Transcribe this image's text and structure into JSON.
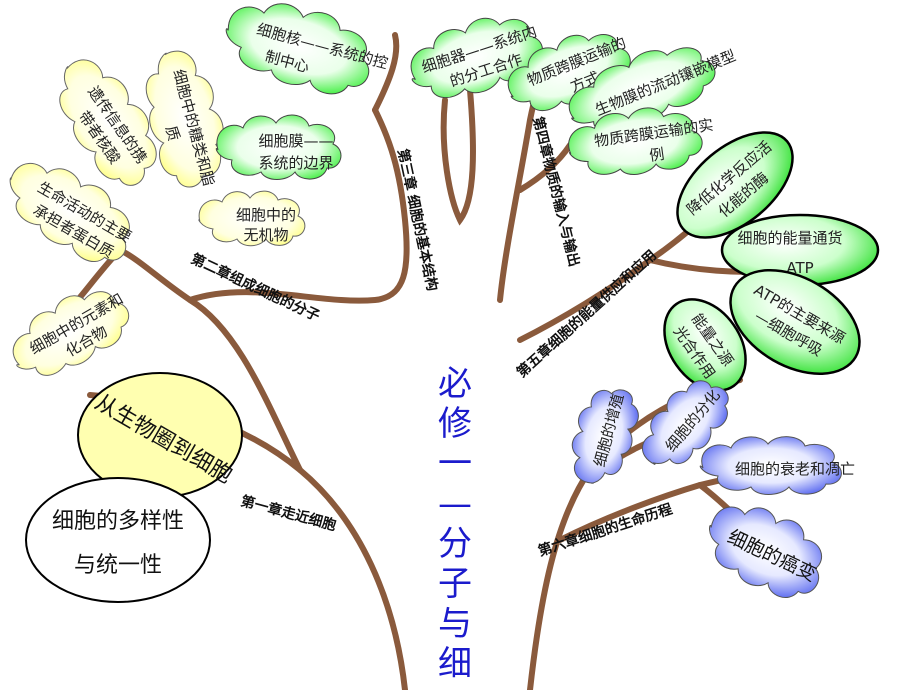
{
  "title": "必修 一— 分子与细胞",
  "chapters": {
    "ch1": "第一章走近细胞",
    "ch2": "第二章组成细胞的分子",
    "ch3": "第三章 细胞的基本结构",
    "ch4": "第四章物质的输入与输出",
    "ch5": "第五章细胞的能量供应和应用",
    "ch6": "第六章细胞的生命历程"
  },
  "ch1_nodes": {
    "n1": "从生物圈到细胞",
    "n2_line1": "细胞的多样性",
    "n2_line2": "与统一性"
  },
  "ch2_nodes": {
    "n1_line1": "细胞中的元素和",
    "n1_line2": "化合物",
    "n2_line1": "生命活动的主要",
    "n2_line2": "承担者蛋白质",
    "n3_line1": "遗传信息的携",
    "n3_line2": "带者核酸",
    "n4_line1": "细胞中的糖类和脂",
    "n4_line2": "质",
    "n5_line1": "细胞中的",
    "n5_line2": "无机物"
  },
  "ch3_nodes": {
    "n1_line1": "细胞膜——",
    "n1_line2": "系统的边界",
    "n2_line1": "细胞核——系统的控",
    "n2_line2": "制中心",
    "n3_line1": "细胞器——系统内",
    "n3_line2": "的分工合作"
  },
  "ch4_nodes": {
    "n1_line1": "物质跨膜运输的",
    "n1_line2": "方式",
    "n2": "生物膜的流动镶嵌模型",
    "n3_line1": "物质跨膜运输的实",
    "n3_line2": "例"
  },
  "ch5_nodes": {
    "n1_line1": "降低化学反应活",
    "n1_line2": "化能的酶",
    "n2_line1": "细胞的能量通货",
    "n2_line2": "ATP",
    "n3_line1": "ATP的主要来源",
    "n3_line2": "—细胞呼吸",
    "n4_line1": "能量之源",
    "n4_line2": "光合作用"
  },
  "ch6_nodes": {
    "n1": "细胞的增殖",
    "n2": "细胞的分化",
    "n3": "细胞的衰老和凋亡",
    "n4": "细胞的癌变"
  },
  "colors": {
    "trunk": "#8a5a3c",
    "yellow_leaf": "#ffff00",
    "green_leaf": "#33ee33",
    "blue_leaf": "#5566ee",
    "pale_yellow": "#ffffb0",
    "title": "#1b1bcc"
  }
}
